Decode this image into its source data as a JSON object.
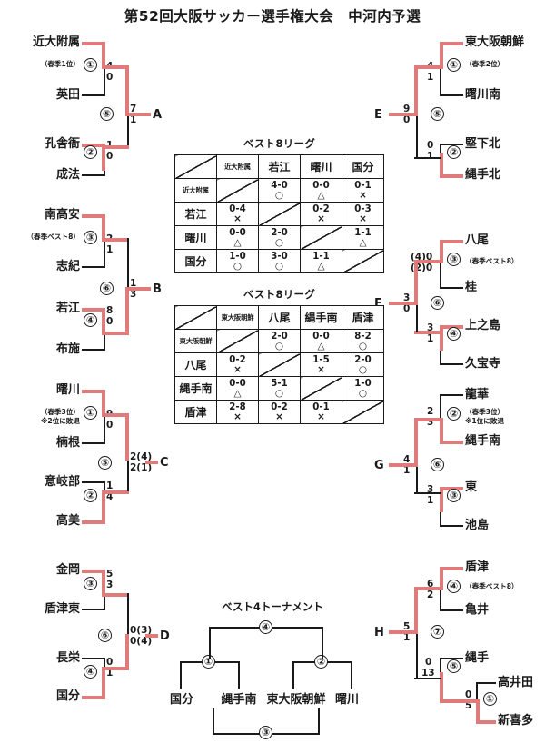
{
  "title": "第52回大阪サッカー選手権大会　中河内予選",
  "blocks": [
    {
      "label": "A",
      "matches": [
        {
          "no": "①",
          "top": "近大附属",
          "top_note": "（春季1位）",
          "bottom": "英田",
          "bottom_note": "",
          "top_score": "4",
          "bottom_score": "0",
          "winner": "top"
        },
        {
          "no": "②",
          "top": "孔舎衙",
          "top_note": "",
          "bottom": "成法",
          "bottom_note": "",
          "top_score": "1",
          "bottom_score": "0",
          "winner": "top"
        },
        {
          "no": "⑤",
          "top": "",
          "top_note": "",
          "bottom": "",
          "bottom_note": "",
          "top_score": "7",
          "bottom_score": "1",
          "winner": "top"
        }
      ]
    },
    {
      "label": "B",
      "matches": [
        {
          "no": "③",
          "top": "南高安",
          "top_note": "（春季ベスト8）",
          "bottom": "志紀",
          "bottom_note": "",
          "top_score": "2",
          "bottom_score": "1",
          "winner": "top"
        },
        {
          "no": "④",
          "top": "若江",
          "top_note": "",
          "bottom": "布施",
          "bottom_note": "",
          "top_score": "8",
          "bottom_score": "0",
          "winner": "top"
        },
        {
          "no": "⑥",
          "top": "",
          "top_note": "",
          "bottom": "",
          "bottom_note": "",
          "top_score": "1",
          "bottom_score": "3",
          "winner": "bottom"
        }
      ]
    },
    {
      "label": "C",
      "matches": [
        {
          "no": "①",
          "top": "曙川",
          "top_note": "（春季3位）",
          "top_note2": "※2位に敗退",
          "bottom": "楠根",
          "bottom_note": "",
          "top_score": "9",
          "bottom_score": "0",
          "winner": "top"
        },
        {
          "no": "②",
          "top": "意岐部",
          "top_note": "",
          "bottom": "高美",
          "bottom_note": "",
          "top_score": "1",
          "bottom_score": "4",
          "winner": "bottom"
        },
        {
          "no": "⑤",
          "top": "",
          "top_note": "",
          "bottom": "",
          "bottom_note": "",
          "top_score": "2(4)",
          "bottom_score": "2(1)",
          "winner": "top"
        }
      ]
    },
    {
      "label": "D",
      "matches": [
        {
          "no": "③",
          "top": "金岡",
          "top_note": "",
          "bottom": "盾津東",
          "bottom_note": "",
          "top_score": "5",
          "bottom_score": "3",
          "winner": "top"
        },
        {
          "no": "④",
          "top": "長栄",
          "top_note": "",
          "bottom": "国分",
          "bottom_note": "",
          "top_score": "0",
          "bottom_score": "1",
          "winner": "bottom"
        },
        {
          "no": "⑥",
          "top": "",
          "top_note": "",
          "bottom": "",
          "bottom_note": "",
          "top_score": "0(3)",
          "bottom_score": "0(4)",
          "winner": "bottom"
        }
      ]
    },
    {
      "label": "E",
      "matches": [
        {
          "no": "①",
          "top": "東大阪朝鮮",
          "top_note": "（春季2位）",
          "bottom": "曙川南",
          "bottom_note": "",
          "top_score": "4",
          "bottom_score": "1",
          "winner": "top"
        },
        {
          "no": "②",
          "top": "堅下北",
          "top_note": "",
          "bottom": "縄手北",
          "bottom_note": "",
          "top_score": "0",
          "bottom_score": "1",
          "winner": "bottom"
        },
        {
          "no": "⑤",
          "top": "",
          "top_note": "",
          "bottom": "",
          "bottom_note": "",
          "top_score": "9",
          "bottom_score": "0",
          "winner": "top"
        }
      ]
    },
    {
      "label": "F",
      "matches": [
        {
          "no": "③",
          "top": "八尾",
          "top_note": "（春季ベスト8）",
          "bottom": "桂",
          "bottom_note": "",
          "top_score": "(4)0",
          "bottom_score": "(2)0",
          "winner": "top"
        },
        {
          "no": "④",
          "top": "上之島",
          "top_note": "",
          "bottom": "久宝寺",
          "bottom_note": "",
          "top_score": "3",
          "bottom_score": "1",
          "winner": "top"
        },
        {
          "no": "⑥",
          "top": "",
          "top_note": "",
          "bottom": "",
          "bottom_note": "",
          "top_score": "3",
          "bottom_score": "0",
          "winner": "top"
        }
      ]
    },
    {
      "label": "G",
      "matches": [
        {
          "no": "②",
          "top": "龍華",
          "top_note": "",
          "bottom": "縄手南",
          "bottom_note": "（春季3位）",
          "bottom_note2": "※1位に敗退",
          "top_score": "2",
          "bottom_score": "3",
          "winner": "bottom"
        },
        {
          "no": "③",
          "top": "東",
          "top_note": "",
          "bottom": "池島",
          "bottom_note": "",
          "top_score": "3",
          "bottom_score": "1",
          "winner": "top"
        },
        {
          "no": "⑥",
          "top": "",
          "top_note": "",
          "bottom": "",
          "bottom_note": "",
          "top_score": "4",
          "bottom_score": "1",
          "winner": "top"
        }
      ]
    },
    {
      "label": "H",
      "matches": [
        {
          "no": "④",
          "top": "盾津",
          "top_note": "（春季ベスト8）",
          "bottom": "亀井",
          "bottom_note": "",
          "top_score": "6",
          "bottom_score": "2",
          "winner": "top"
        },
        {
          "no": "①",
          "top": "高井田",
          "top_note": "",
          "bottom": "新喜多",
          "bottom_note": "",
          "top_score": "0",
          "bottom_score": "5",
          "winner": "bottom"
        },
        {
          "no": "⑤",
          "top": "縄手",
          "top_note": "",
          "bottom": "",
          "bottom_note": "",
          "top_score": "0",
          "bottom_score": "13",
          "winner": "bottom"
        },
        {
          "no": "⑦",
          "top": "",
          "top_note": "",
          "bottom": "",
          "bottom_note": "",
          "top_score": "5",
          "bottom_score": "1",
          "winner": "top"
        }
      ]
    }
  ],
  "league1": {
    "title": "ベスト8リーグ",
    "teams": [
      "近大附属",
      "若江",
      "曙川",
      "国分"
    ],
    "rows": [
      [
        null,
        {
          "score": "4-0",
          "mark": "○"
        },
        {
          "score": "0-0",
          "mark": "△"
        },
        {
          "score": "0-1",
          "mark": "×"
        }
      ],
      [
        {
          "score": "0-4",
          "mark": "×"
        },
        null,
        {
          "score": "0-2",
          "mark": "×"
        },
        {
          "score": "0-3",
          "mark": "×"
        }
      ],
      [
        {
          "score": "0-0",
          "mark": "△"
        },
        {
          "score": "2-0",
          "mark": "○"
        },
        null,
        {
          "score": "1-1",
          "mark": "△"
        }
      ],
      [
        {
          "score": "1-0",
          "mark": "○"
        },
        {
          "score": "3-0",
          "mark": "○"
        },
        {
          "score": "1-1",
          "mark": "△"
        },
        null
      ]
    ]
  },
  "league2": {
    "title": "ベスト8リーグ",
    "teams": [
      "東大阪朝鮮",
      "八尾",
      "縄手南",
      "盾津"
    ],
    "rows": [
      [
        null,
        {
          "score": "2-0",
          "mark": "○"
        },
        {
          "score": "0-0",
          "mark": "△"
        },
        {
          "score": "8-2",
          "mark": "○"
        }
      ],
      [
        {
          "score": "0-2",
          "mark": "×"
        },
        null,
        {
          "score": "1-5",
          "mark": "×"
        },
        {
          "score": "2-0",
          "mark": "○"
        }
      ],
      [
        {
          "score": "0-0",
          "mark": "△"
        },
        {
          "score": "5-1",
          "mark": "○"
        },
        null,
        {
          "score": "1-0",
          "mark": "○"
        }
      ],
      [
        {
          "score": "2-8",
          "mark": "×"
        },
        {
          "score": "0-2",
          "mark": "×"
        },
        {
          "score": "0-1",
          "mark": "×"
        },
        null
      ]
    ]
  },
  "best4": {
    "title": "ベスト4トーナメント",
    "teams": [
      "国分",
      "縄手南",
      "東大阪朝鮮",
      "曙川"
    ],
    "matches": [
      "①",
      "②",
      "③",
      "④"
    ]
  },
  "colors": {
    "winner_line": "#e07b7b",
    "line": "#1a1a1a"
  }
}
